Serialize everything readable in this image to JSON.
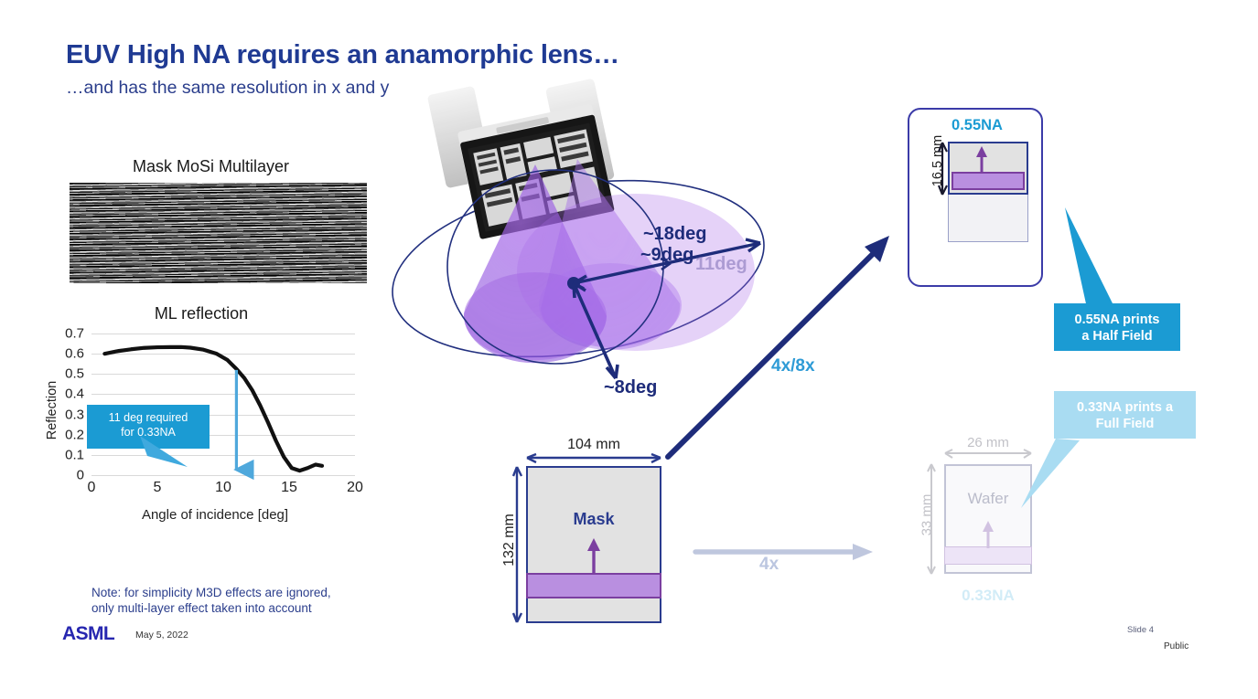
{
  "slide": {
    "title": "EUV High NA requires an anamorphic lens…",
    "subtitle": "…and has the same resolution in x and y",
    "note_line1": "Note: for simplicity M3D effects are ignored,",
    "note_line2": "only multi-layer effect taken into account",
    "brand": "ASML",
    "date": "May 5, 2022",
    "slide_number": "Slide 4",
    "classification": "Public"
  },
  "multilayer": {
    "caption": "Mask MoSi Multilayer",
    "image_alt": "mask-mosi-multilayer-tem"
  },
  "chart_data": {
    "type": "line",
    "title": "ML reflection",
    "xlabel": "Angle of incidence [deg]",
    "ylabel": "Reflection",
    "xlim": [
      0,
      20
    ],
    "ylim": [
      0,
      0.7
    ],
    "grid": true,
    "legend": null,
    "xticks": [
      "0",
      "5",
      "10",
      "15",
      "20"
    ],
    "yticks": [
      "0",
      "0.1",
      "0.2",
      "0.3",
      "0.4",
      "0.5",
      "0.6",
      "0.7"
    ],
    "series": [
      {
        "name": "ML reflection",
        "color": "#111111",
        "x": [
          1.0,
          2.0,
          3.0,
          4.0,
          5.0,
          6.0,
          6.8,
          7.5,
          8.5,
          9.5,
          10.3,
          11.0,
          11.6,
          12.2,
          12.8,
          13.4,
          14.0,
          14.6,
          15.2,
          15.8,
          16.4,
          17.0,
          17.5
        ],
        "y": [
          0.6,
          0.613,
          0.622,
          0.629,
          0.632,
          0.633,
          0.633,
          0.63,
          0.62,
          0.6,
          0.57,
          0.525,
          0.48,
          0.42,
          0.345,
          0.26,
          0.17,
          0.09,
          0.035,
          0.022,
          0.035,
          0.052,
          0.046
        ]
      }
    ],
    "annotations": [
      {
        "type": "callout",
        "text_line1": "11 deg required",
        "text_line2": "for 0.33NA",
        "color": "#1B9BD3",
        "points_to_x": 11,
        "arrow_from_y": 0.52,
        "arrow_to_y": 0.0
      }
    ]
  },
  "optics": {
    "angle_18": "~18deg",
    "angle_9": "~9deg",
    "angle_11_faded": "11deg",
    "angle_8": "~8deg",
    "reticle_alt": "euv-reticle-3d-render",
    "cone_color": "#9B5CE0"
  },
  "mask": {
    "label": "Mask",
    "width_label": "104 mm",
    "height_label": "132 mm",
    "fill": "#E2E2E2",
    "border": "#2A3C8F",
    "band_fill": "#B98FE0"
  },
  "wafer": {
    "label": "Wafer",
    "width_label": "26 mm",
    "height_label": "33 mm",
    "na_label": "0.33NA"
  },
  "na55": {
    "title": "0.55NA",
    "height_label": "16.5 mm"
  },
  "arrows": {
    "demag_high_na": "4x/8x",
    "demag_low_na": "4x"
  },
  "bubbles": {
    "half_field_line1": "0.55NA prints",
    "half_field_line2": "a Half Field",
    "full_field_line1": "0.33NA prints a",
    "full_field_line2": "Full Field",
    "half_color": "#1B9BD3",
    "full_color": "#A9DCF2"
  }
}
